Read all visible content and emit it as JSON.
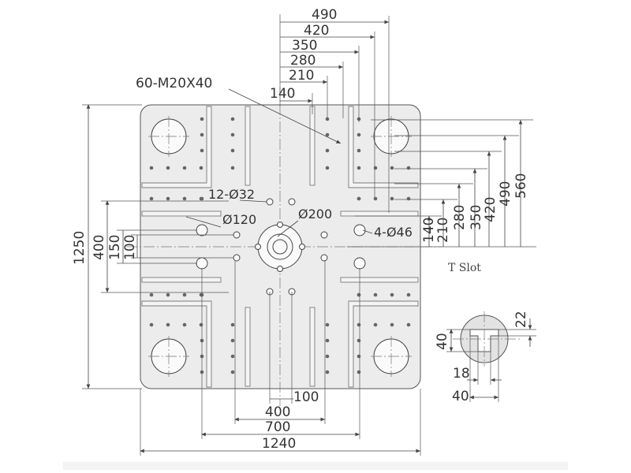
{
  "top_dims": [
    "490",
    "420",
    "350",
    "280",
    "210",
    "140"
  ],
  "thread_label": "60-M20X40",
  "right_dims": [
    "140",
    "210",
    "280",
    "350",
    "420",
    "490",
    "560"
  ],
  "left_dims": [
    "1250",
    "400",
    "150",
    "100"
  ],
  "bottom_dims": [
    "100",
    "400",
    "700",
    "1240"
  ],
  "hole_labels": {
    "h1": "12-Ø32",
    "h2": "Ø120",
    "h3": "Ø200",
    "h4": "4-Ø46"
  },
  "tslot": {
    "title": "T Slot",
    "dims": [
      "22",
      "40",
      "18",
      "40"
    ]
  },
  "colors": {
    "plate_fill": "#ececec",
    "plate_stroke": "#555555",
    "line": "#444444"
  }
}
